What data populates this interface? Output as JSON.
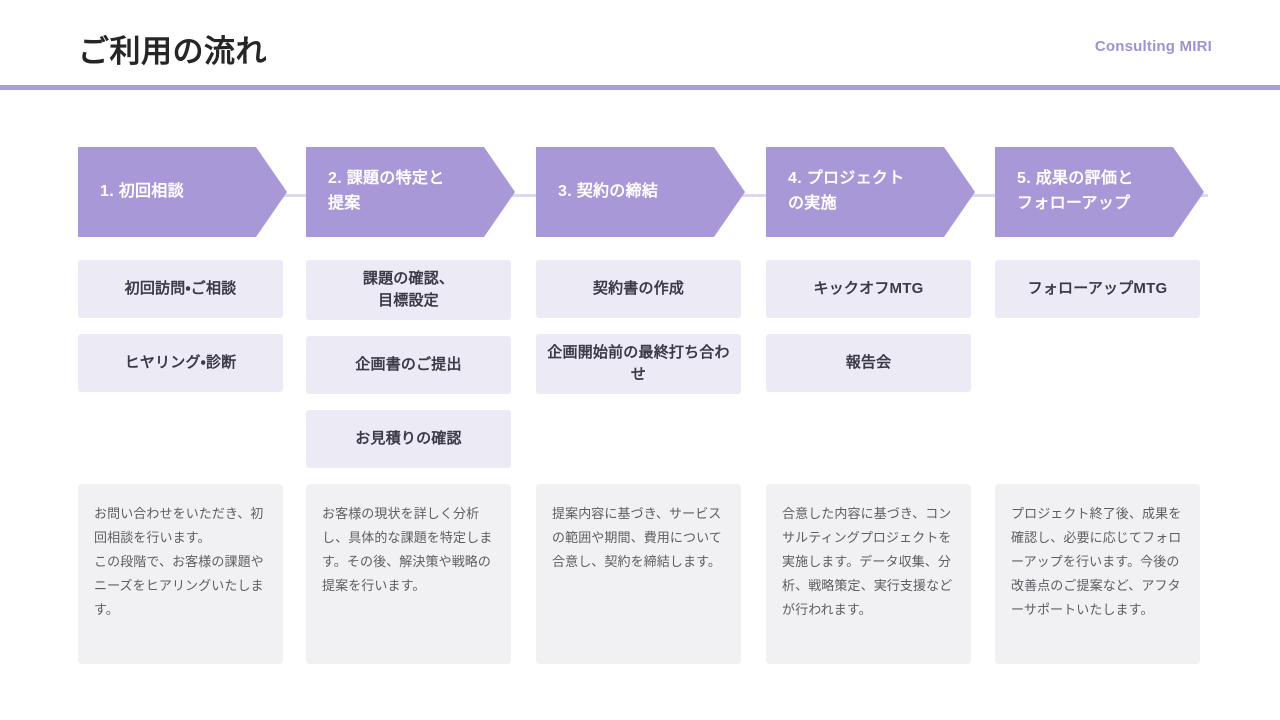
{
  "header": {
    "title": "ご利用の流れ",
    "brand": "Consulting MIRI",
    "rule_color": "#a99fd6"
  },
  "theme": {
    "chevron_color": "#a898d8",
    "task_bg": "#ecebf5",
    "desc_bg": "#f1f1f3",
    "brand_color": "#9b94d4",
    "connector_color": "#ddd8ef"
  },
  "steps": [
    {
      "label": "1. 初回相談",
      "tasks": [
        "初回訪問・ご相談",
        "ヒヤリング・診断"
      ],
      "description": "お問い合わせをいただき、初回相談を行います。\nこの段階で、お客様の課題やニーズをヒアリングいたします。"
    },
    {
      "label": "2. 課題の特定と\n提案",
      "tasks": [
        "課題の確認、\n目標設定",
        "企画書のご提出",
        "お見積りの確認"
      ],
      "description": "お客様の現状を詳しく分析し、具体的な課題を特定します。その後、解決策や戦略の提案を行います。"
    },
    {
      "label": "3. 契約の締結",
      "tasks": [
        "契約書の作成",
        "企画開始前の最終打ち合わせ"
      ],
      "description": "提案内容に基づき、サービスの範囲や期間、費用について合意し、契約を締結します。"
    },
    {
      "label": "4. プロジェクト\nの実施",
      "tasks": [
        "キックオフMTG",
        "報告会"
      ],
      "description": "合意した内容に基づき、コンサルティングプロジェクトを実施します。データ収集、分析、戦略策定、実行支援などが行われます。"
    },
    {
      "label": "5. 成果の評価と\nフォローアップ",
      "tasks": [
        "フォローアップMTG"
      ],
      "description": "プロジェクト終了後、成果を確認し、必要に応じてフォローアップを行います。今後の改善点のご提案など、アフターサポートいたします。"
    }
  ]
}
